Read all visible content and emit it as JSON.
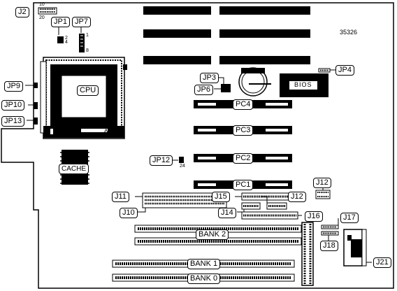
{
  "board_id": "35326",
  "jumpers": {
    "j2": "J2",
    "jp1": "JP1",
    "jp7": "JP7",
    "jp3": "JP3",
    "jp4": "JP4",
    "jp6": "JP6",
    "jp9": "JP9",
    "jp10": "JP10",
    "jp13": "JP13",
    "jp12": "JP12",
    "j11": "J11",
    "j10": "J10",
    "j15": "J15",
    "j12_top": "J12",
    "j12": "J12",
    "j14": "J14",
    "j16": "J16",
    "j17": "J17",
    "j18": "J18",
    "j21": "J21"
  },
  "components": {
    "cpu": "CPU",
    "amp": "AMP",
    "cache": "CACHE",
    "bios": "BIOS",
    "pc4": "PC4",
    "pc3": "PC3",
    "pc2": "PC2",
    "pc1": "PC1",
    "bank2": "BANK 2",
    "bank1": "BANK 1",
    "bank0": "BANK 0"
  },
  "pin_numbers": {
    "j2_top": "10",
    "j2_bottom": "20",
    "jp1_a": "2",
    "jp1_b": "4",
    "jp7_a": "1",
    "jp7_b": "8",
    "jp12_a": "2",
    "jp12_b": "4"
  }
}
